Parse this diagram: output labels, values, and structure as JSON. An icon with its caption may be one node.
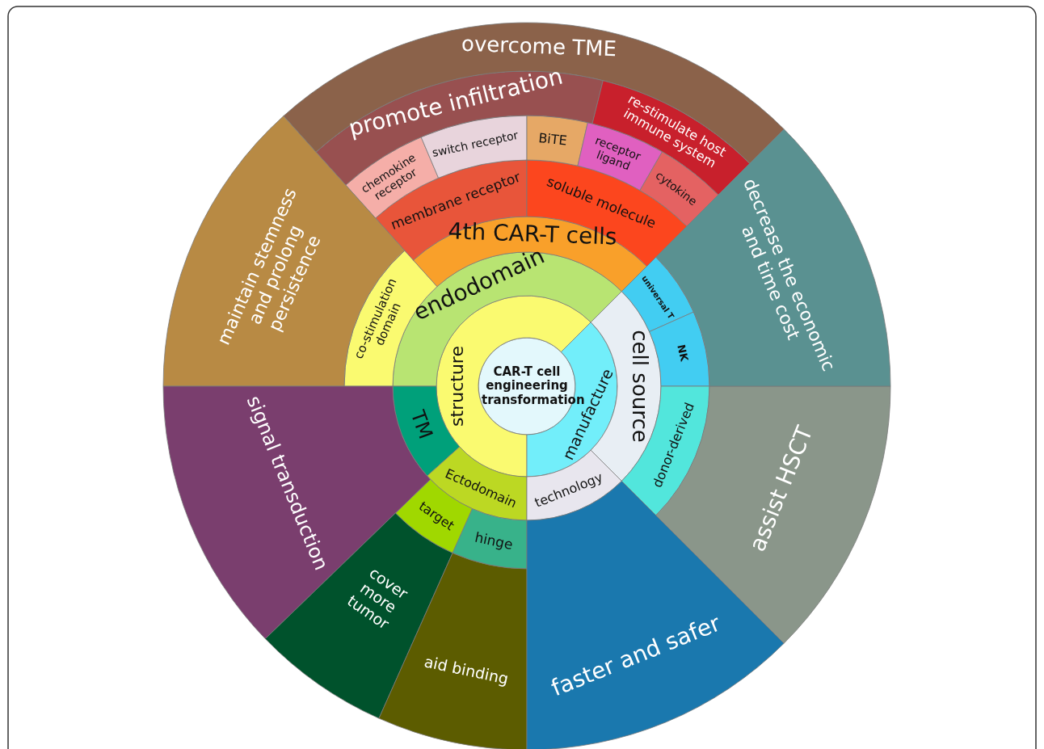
{
  "diagram": {
    "nodes": [
      {
        "text": [
          "CAR-T cell engineering transformation"
        ]
      },
      {
        "text": [
          "structure"
        ]
      },
      {
        "text": [
          "manufacture"
        ]
      },
      {
        "text": [
          "endodomain"
        ]
      },
      {
        "text": [
          "TM"
        ]
      },
      {
        "text": [
          "Ectodomain"
        ]
      },
      {
        "text": [
          "cell source"
        ]
      },
      {
        "text": [
          "technology"
        ]
      },
      {
        "text": [
          "co-stimulation domain"
        ]
      },
      {
        "text": [
          "4th CAR-T cells"
        ]
      },
      {
        "text": [
          "target"
        ]
      },
      {
        "text": [
          "hinge"
        ]
      },
      {
        "text": [
          "universal T"
        ]
      },
      {
        "text": [
          "NK"
        ]
      },
      {
        "text": [
          "donor-derived"
        ]
      },
      {
        "text": [
          "membrane receptor"
        ]
      },
      {
        "text": [
          "soluble molecule"
        ]
      },
      {
        "text": [
          "chemokine receptor"
        ]
      },
      {
        "text": [
          "switch receptor"
        ]
      },
      {
        "text": [
          "BiTE"
        ]
      },
      {
        "text": [
          "receptor ligand"
        ]
      },
      {
        "text": [
          "cytokine"
        ]
      },
      {
        "text": [
          "promote infiltration"
        ]
      },
      {
        "text": [
          "re-stimulate host immune system"
        ]
      },
      {
        "text": [
          "overcome TME"
        ]
      },
      {
        "text": [
          "maintain stemness and prolong persistence"
        ]
      },
      {
        "text": [
          "signal transduction"
        ]
      },
      {
        "text": [
          "cover more tumor"
        ]
      },
      {
        "text": [
          "aid binding"
        ]
      },
      {
        "text": [
          "faster and safer"
        ]
      },
      {
        "text": [
          "assist HSCT"
        ]
      },
      {
        "text": [
          "decrease the economic and time cost"
        ]
      }
    ]
  }
}
